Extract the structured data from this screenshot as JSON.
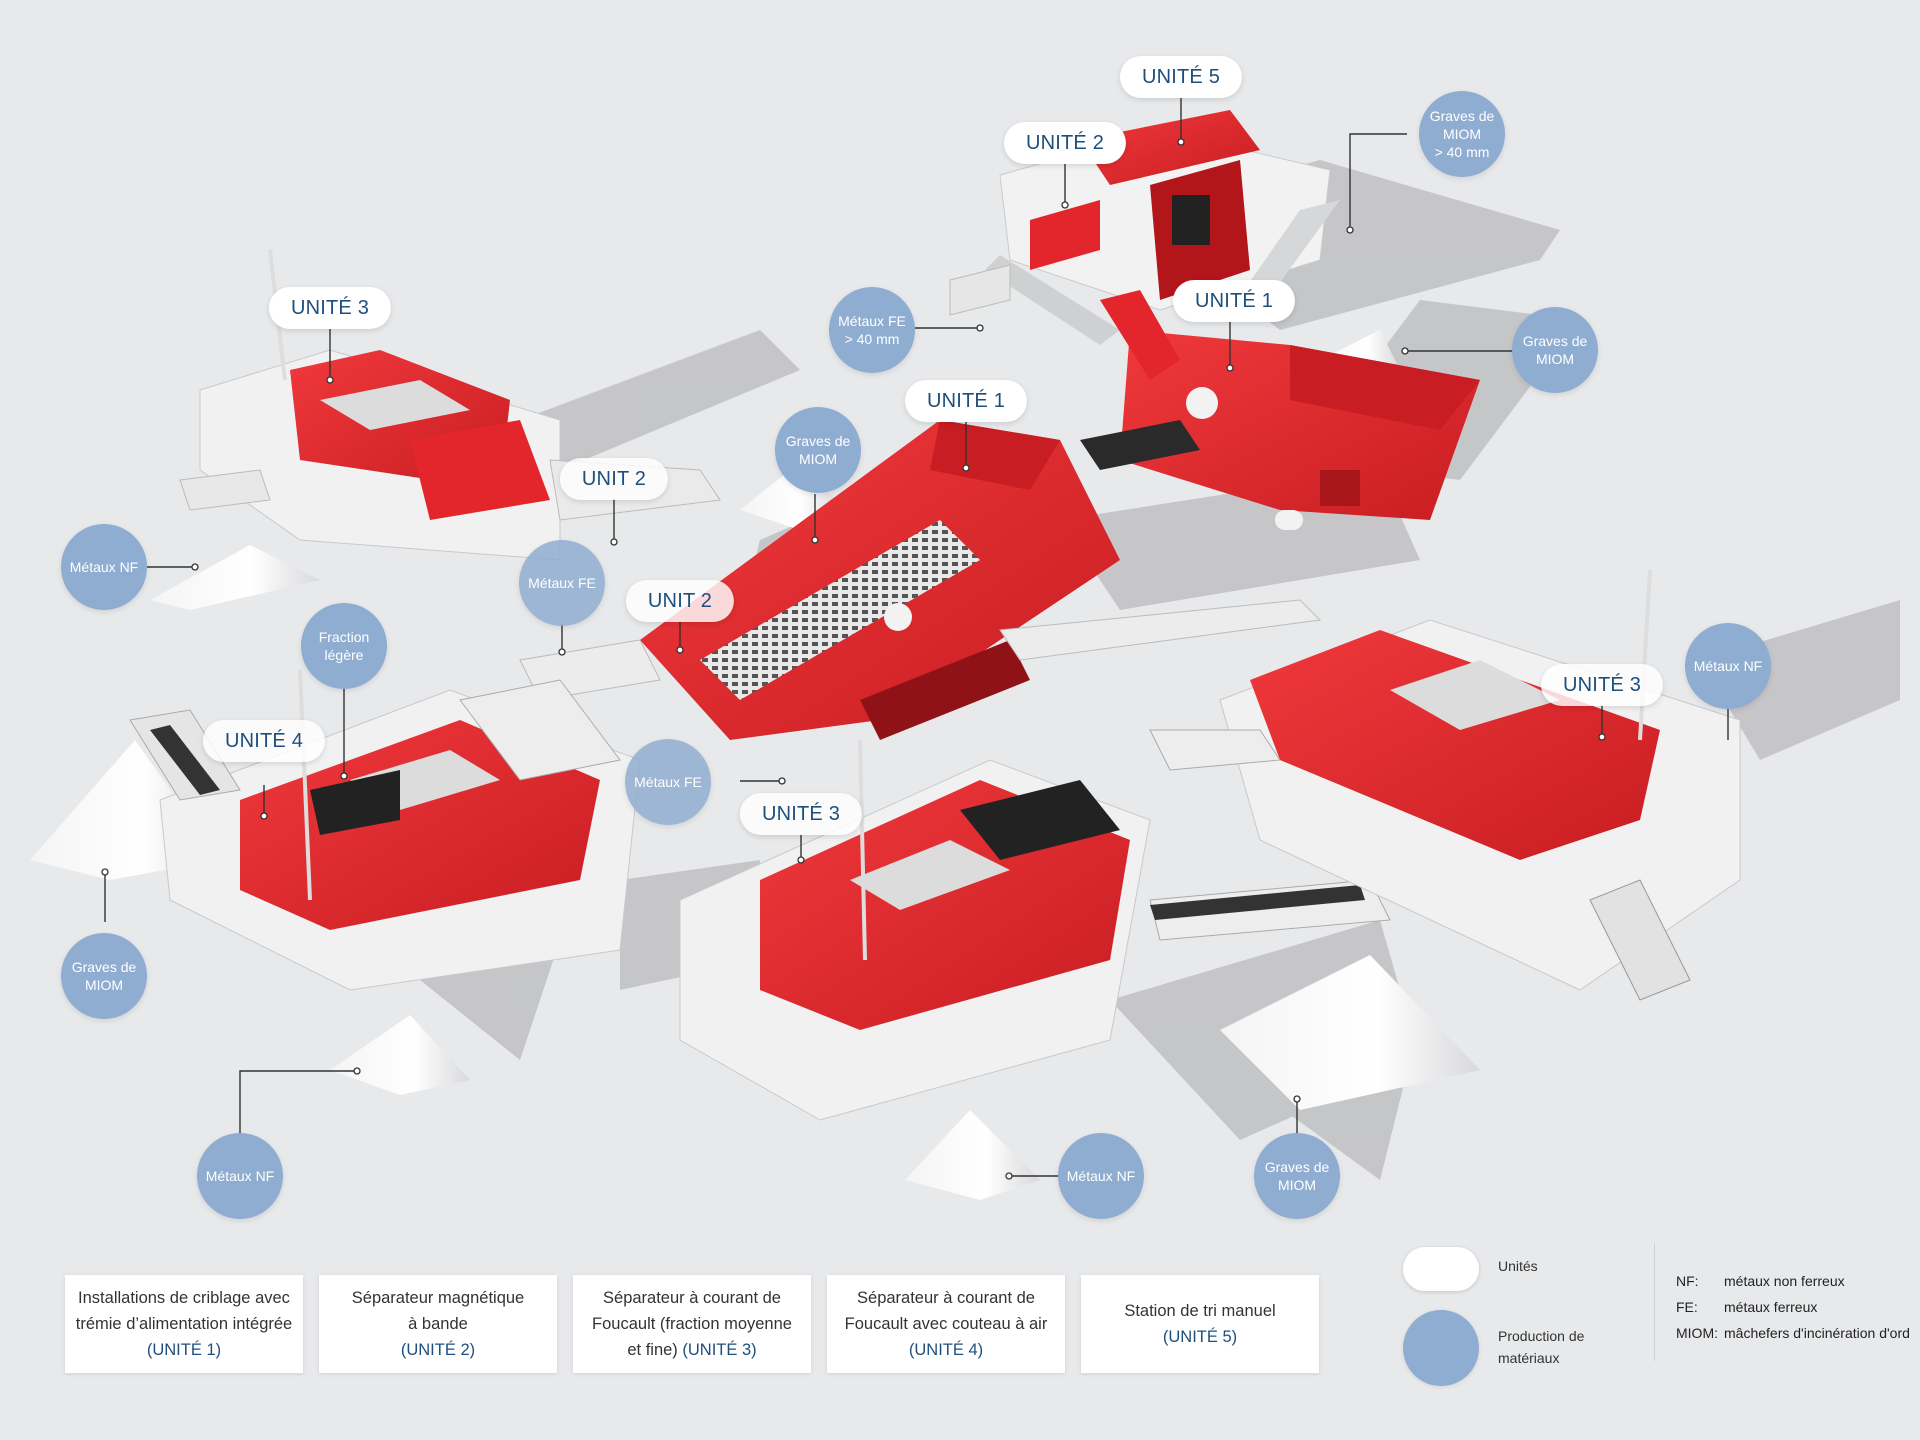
{
  "colors": {
    "background": "#e8e9eb",
    "machine_red": "#e3262b",
    "label_text_blue": "#1e4f7c",
    "bubble_blue": "#8fadd0",
    "label_bg": "#ffffff"
  },
  "unit_labels": [
    {
      "id": "u5-top",
      "text": "UNITÉ 5"
    },
    {
      "id": "u2-top",
      "text": "UNITÉ 2"
    },
    {
      "id": "u1-upper",
      "text": "UNITÉ 1"
    },
    {
      "id": "u3-left",
      "text": "UNITÉ 3"
    },
    {
      "id": "u1-center",
      "text": "UNITÉ 1"
    },
    {
      "id": "unit2-a",
      "text": "UNIT 2"
    },
    {
      "id": "unit2-b",
      "text": "UNIT 2"
    },
    {
      "id": "u4",
      "text": "UNITÉ 4"
    },
    {
      "id": "u3-center",
      "text": "UNITÉ 3"
    },
    {
      "id": "u3-right",
      "text": "UNITÉ 3"
    }
  ],
  "material_bubbles": [
    {
      "id": "graves-40",
      "text": "Graves de\nMIOM\n> 40 mm"
    },
    {
      "id": "metaux-fe-40",
      "text": "Métaux FE\n> 40 mm"
    },
    {
      "id": "graves-upper-right",
      "text": "Graves de\nMIOM"
    },
    {
      "id": "graves-center",
      "text": "Graves de\nMIOM"
    },
    {
      "id": "metaux-nf-left",
      "text": "Métaux NF"
    },
    {
      "id": "metaux-fe-center",
      "text": "Métaux FE"
    },
    {
      "id": "fraction-legere",
      "text": "Fraction\nlégère"
    },
    {
      "id": "metaux-fe-lower",
      "text": "Métaux FE"
    },
    {
      "id": "metaux-nf-right",
      "text": "Métaux NF"
    },
    {
      "id": "graves-left",
      "text": "Graves de\nMIOM"
    },
    {
      "id": "metaux-nf-bottom-left",
      "text": "Métaux NF"
    },
    {
      "id": "metaux-nf-bottom-center",
      "text": "Métaux NF"
    },
    {
      "id": "graves-bottom-right",
      "text": "Graves de\nMIOM"
    }
  ],
  "legend": {
    "boxes": [
      {
        "line1": "Installations de criblage avec",
        "line2": "trémie d’alimentation intégrée",
        "line3": "",
        "unit": "(UNITÉ 1)"
      },
      {
        "line1": "Séparateur magnétique",
        "line2": "à bande",
        "line3": "",
        "unit": "(UNITÉ 2)"
      },
      {
        "line1": "Séparateur à courant de",
        "line2": "Foucault (fraction moyenne",
        "line3": "et fine)",
        "unit": "(UNITÉ 3)"
      },
      {
        "line1": "Séparateur à courant de",
        "line2": "Foucault avec couteau à air",
        "line3": "",
        "unit": "(UNITÉ 4)"
      },
      {
        "line1": "Station de tri manuel",
        "line2": "",
        "line3": "",
        "unit": "(UNITÉ 5)"
      }
    ],
    "key_units": "Unités",
    "key_production_line1": "Production de",
    "key_production_line2": "matériaux",
    "abbreviations": [
      {
        "key": "NF:",
        "value": "métaux non ferreux"
      },
      {
        "key": "FE:",
        "value": "métaux ferreux"
      },
      {
        "key": "MIOM:",
        "value": "mâchefers d'incinération d'ord"
      }
    ]
  }
}
